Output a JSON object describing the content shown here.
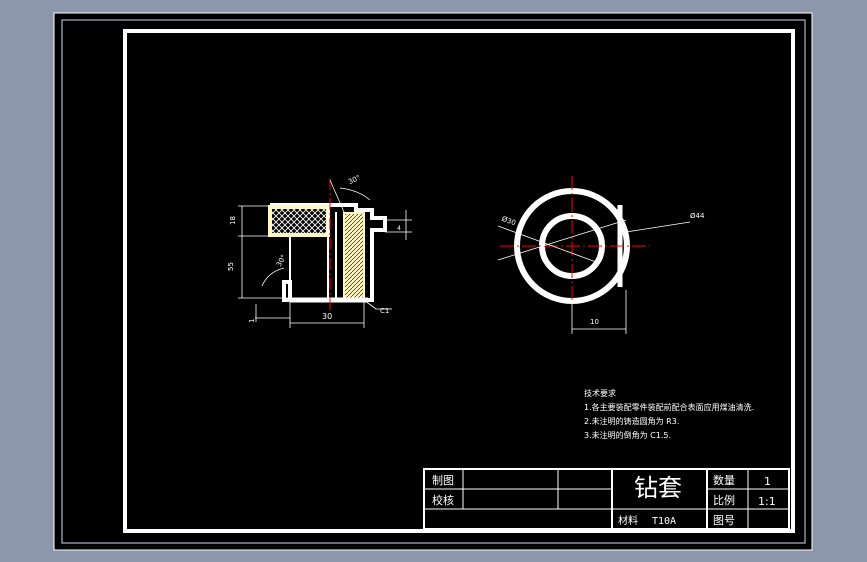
{
  "drawing": {
    "title_block": {
      "drawn_by_label": "制图",
      "checked_by_label": "校核",
      "part_name": "钻套",
      "material_label": "材料",
      "material_value": "T10A",
      "quantity_label": "数量",
      "quantity_value": "1",
      "scale_label": "比例",
      "scale_value": "1:1",
      "drawing_no_label": "图号"
    },
    "tech_requirements": {
      "heading": "技术要求",
      "items": [
        "1.各主要装配零件装配前配合表面应用煤油清洗.",
        "2.未注明的铸造圆角为 R3.",
        "3.未注明的倒角为 C1.5."
      ]
    },
    "dimensions": {
      "left_height_top": "18",
      "left_height_main": "55",
      "left_angle": "30°",
      "left_bottom": "1",
      "bottom_width": "30",
      "top_angle": "30°",
      "chamfer": "C1",
      "right_small": "4",
      "circle_inner_dia": "Ø30",
      "circle_outer_dia": "Ø44",
      "circle_bottom": "10"
    },
    "colors": {
      "background": "#000000",
      "frame": "#ffffff",
      "centerline": "#ff0000",
      "hatch_fill": "#fff7c0"
    }
  }
}
